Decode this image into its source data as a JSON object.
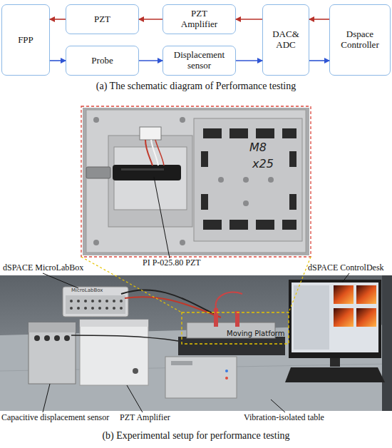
{
  "diagram": {
    "nodes": [
      {
        "text": [
          "FPP"
        ]
      },
      {
        "text": [
          "PZT"
        ]
      },
      {
        "text": [
          "PZT Amplifier"
        ]
      },
      {
        "text": [
          "DAC& ADC"
        ]
      },
      {
        "text": [
          "Dspace Controller"
        ]
      },
      {
        "text": [
          "Probe"
        ]
      },
      {
        "text": [
          "Displacement sensor"
        ]
      }
    ],
    "edges": [
      {
        "from": 4,
        "to": 3,
        "arrow": "to"
      },
      {
        "from": 3,
        "to": 2,
        "arrow": "to"
      },
      {
        "from": 2,
        "to": 1,
        "arrow": "to"
      },
      {
        "from": 1,
        "to": 0,
        "arrow": "to"
      },
      {
        "from": 0,
        "to": 5,
        "arrow": "to"
      },
      {
        "from": 5,
        "to": 6,
        "arrow": "to"
      },
      {
        "from": 6,
        "to": 3,
        "arrow": "to"
      },
      {
        "from": 3,
        "to": 4,
        "arrow": "to"
      }
    ],
    "labels": [
      "(a) The schematic diagram of Performance testing",
      "M8",
      "x25",
      "PI P-025.80 PZT",
      "dSPACE MicroLabBox",
      "MicroLabBox",
      "dSPACE ControlDesk",
      "Moving Platform",
      "Capacitive displacement sensor",
      "PZT Amplifier",
      "Vibration-isolated table",
      "(b) Experimental setup for performance testing"
    ]
  }
}
